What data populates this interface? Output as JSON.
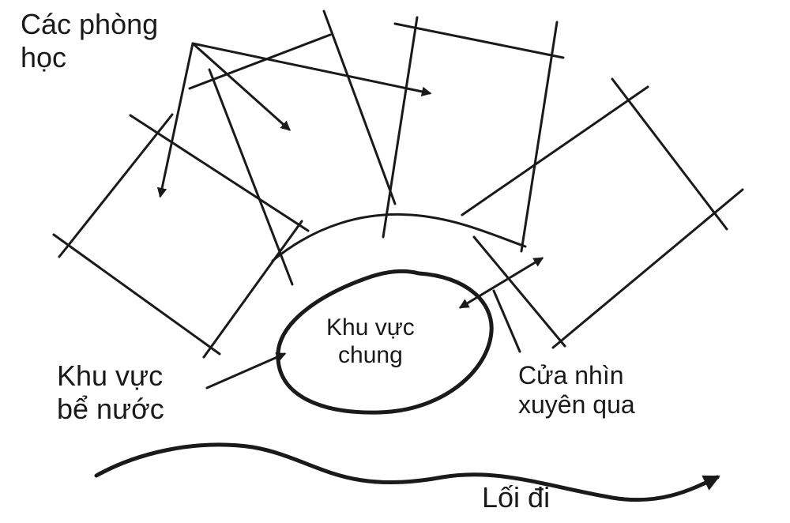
{
  "labels": {
    "classrooms": [
      "Các phòng",
      "học"
    ],
    "common_area": [
      "Khu vực",
      "chung"
    ],
    "pool_area": [
      "Khu vực",
      "bể nước"
    ],
    "see_through_door": [
      "Cửa nhìn",
      "xuyên qua"
    ],
    "walkway": "Lối đi"
  },
  "colors": {
    "ink": "#1a1a1a",
    "paper": "#ffffff"
  }
}
